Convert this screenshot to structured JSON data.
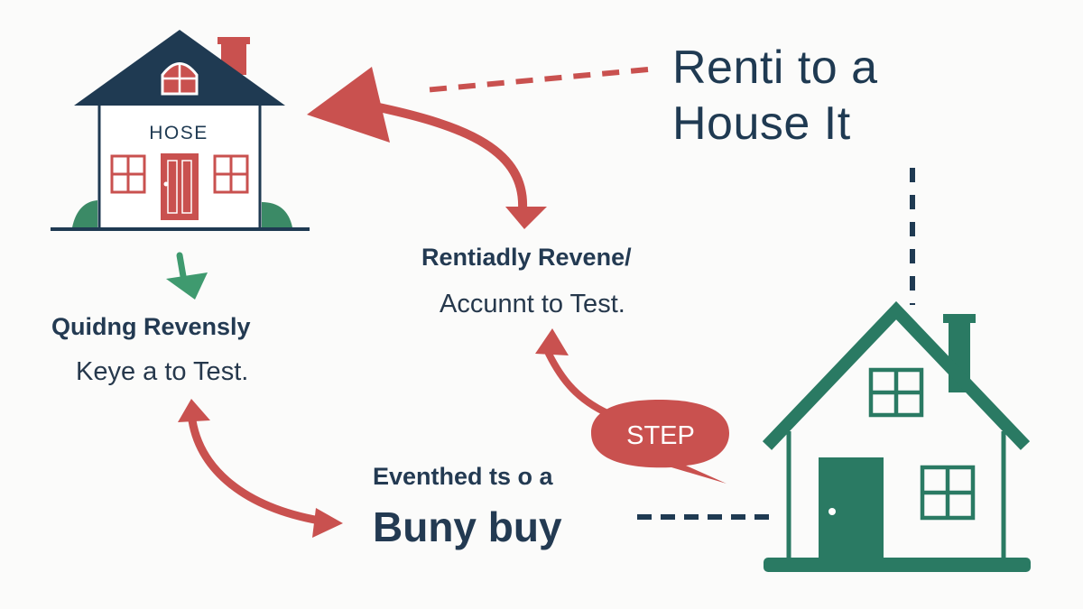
{
  "colors": {
    "navy": "#1f3a52",
    "red": "#c9514f",
    "green": "#2a7a63",
    "green_arrow": "#3f9a6f",
    "shrub_green": "#3b8a66",
    "background": "#fbfbfa"
  },
  "icons": {
    "left_house": "house-icon",
    "right_house": "house-icon",
    "step_bubble": "speech-bubble-icon"
  },
  "labels": {
    "house_sign": "HOSE",
    "title_line1": "Renti to a",
    "title_line2": "House It",
    "revenue_line1": "Rentiadly Revene/",
    "revenue_line2": "Accunnt to Test.",
    "quiding_line1": "Quidng Revensly",
    "quiding_line2": "Keye a to Test.",
    "evented_line": "Eventhed ts o a",
    "buy_line": "Buny buy",
    "step_badge": "STEP"
  }
}
